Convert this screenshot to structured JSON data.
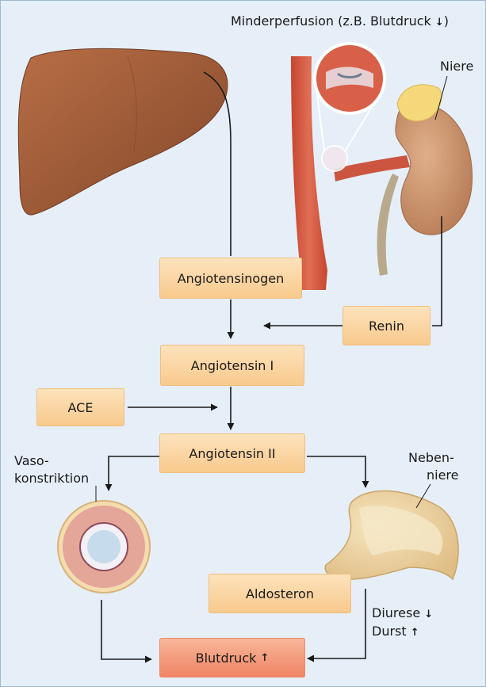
{
  "title_label": "Minderperfusion (z.B. Blutdruck",
  "title_arrow": "↓",
  "niere_label": "Niere",
  "vaso_line1": "Vaso-",
  "vaso_line2": "konstriktion",
  "neben_line1": "Neben-",
  "neben_line2": "niere",
  "boxes": {
    "angiotensinogen": "Angiotensinogen",
    "renin": "Renin",
    "angiotensin_1": "Angiotensin I",
    "ace": "ACE",
    "angiotensin_2": "Angiotensin II",
    "aldosteron": "Aldosteron",
    "blutdruck": "Blutdruck"
  },
  "blutdruck_arrow": "↑",
  "diurese_label": "Diurese",
  "diurese_arrow": "↓",
  "durst_label": "Durst",
  "durst_arrow": "↑",
  "colors": {
    "background": "#e6eff8",
    "box_orange": "#f8c98c",
    "box_red": "#ef8363",
    "liver": "#9c5a36",
    "artery": "#d85c44",
    "kidney": "#c78f68",
    "adrenal": "#efd8a8",
    "vessel_wall": "#e3a699",
    "lumen": "#c6dced",
    "arrow": "#1a1a1a"
  }
}
